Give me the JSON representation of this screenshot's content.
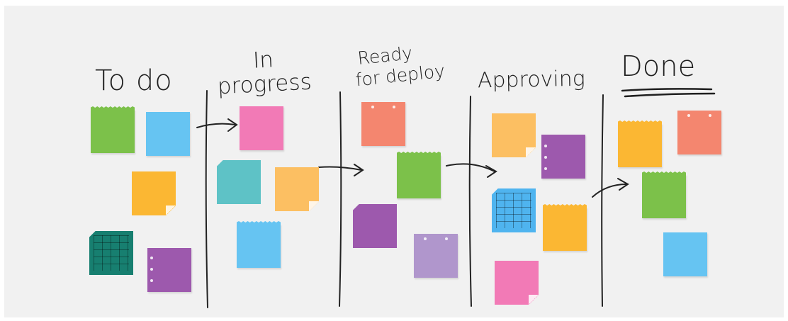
{
  "columns": {
    "todo": "To do",
    "in_progress_1": "In",
    "in_progress_2": "progress",
    "ready_1": "Ready",
    "ready_2": "for deploy",
    "approving": "Approving",
    "done": "Done"
  },
  "colors": {
    "green": "#7cc14a",
    "sky": "#66c4f2",
    "orange": "#fbb733",
    "teal": "#177f70",
    "purple": "#9d59ad",
    "pink": "#f27ab6",
    "cyan": "#5ec2c6",
    "peach": "#fcbf62",
    "salmon": "#f4866f",
    "lavender": "#b096cc",
    "blue": "#4fb4ef",
    "ink": "#1f1f1f"
  }
}
